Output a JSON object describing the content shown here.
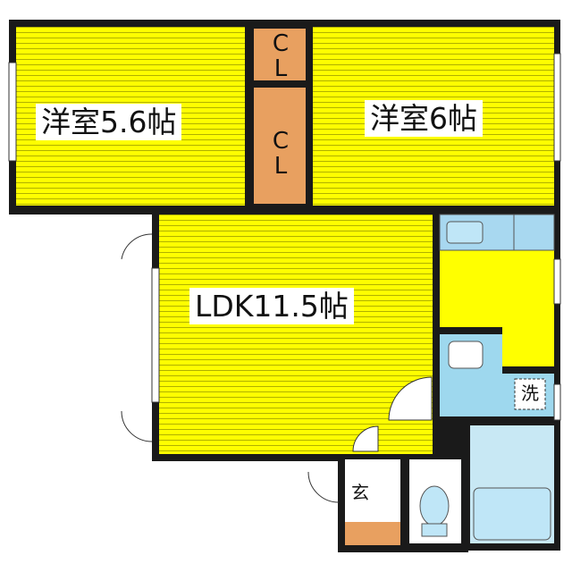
{
  "floorplan": {
    "rooms": {
      "western_room_1": {
        "label": "洋室5.6帖"
      },
      "western_room_2": {
        "label": "洋室6帖"
      },
      "ldk": {
        "label": "LDK11.5帖"
      },
      "closet_upper": {
        "label": "C\nL"
      },
      "closet_lower": {
        "label": "C\nL"
      },
      "laundry": {
        "label": "洗"
      },
      "entrance": {
        "label": "玄"
      }
    },
    "colors": {
      "wall": "#1a1a1a",
      "floor_yellow": "#ffff00",
      "floor_stripe": "#b8b800",
      "closet_orange": "#e8a060",
      "wet_area_blue": "#9ed8ee",
      "fixture_blue": "#a8d8f0",
      "background": "#ffffff"
    }
  }
}
